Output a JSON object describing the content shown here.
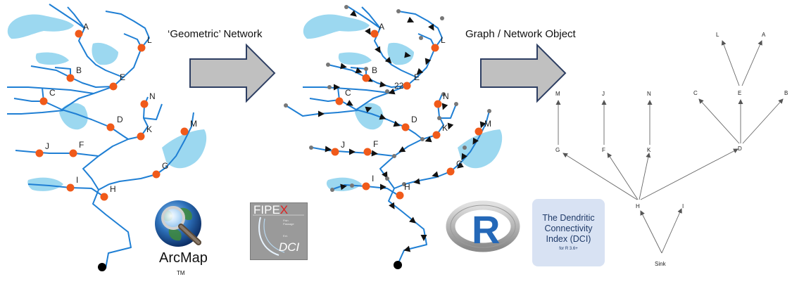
{
  "headings": {
    "geometric": "‘Geometric’ Network",
    "graph": "Graph / Network Object"
  },
  "stream_node_labels": [
    "A",
    "L",
    "B",
    "E",
    "C",
    "N",
    "D",
    "K",
    "M",
    "J",
    "F",
    "G",
    "I",
    "H"
  ],
  "directed_node_labels": [
    "A",
    "L",
    "B",
    "E",
    "22",
    "C",
    "N",
    "D",
    "K",
    "M",
    "J",
    "F",
    "G",
    "I",
    "H"
  ],
  "graph_node_labels": [
    "L",
    "A",
    "M",
    "J",
    "N",
    "C",
    "E",
    "B",
    "G",
    "F",
    "K",
    "D",
    "H",
    "I",
    "Sink"
  ],
  "logos": {
    "arcmap_name": "ArcMap",
    "arcmap_tm": "TM",
    "fipex_name_prefix": "FIPE",
    "fipex_name_x": "X",
    "fipex_tag_1": "Fish",
    "fipex_tag_2": "Passage",
    "fipex_tag_3": "Ext.",
    "fipex_dci": "DCI",
    "r_letter": "R",
    "dci_title": "The Dendritic\nConnectivity\nIndex (DCI)",
    "dci_subtitle": "for R 3.6+"
  },
  "colors": {
    "river": "#1f7fd4",
    "lake": "#9cd8f0",
    "node": "#f05a1a",
    "arrow_fill": "#c0c0c0",
    "arrow_stroke": "#2e3f63",
    "sink": "#000000",
    "endpoint": "#777777"
  }
}
